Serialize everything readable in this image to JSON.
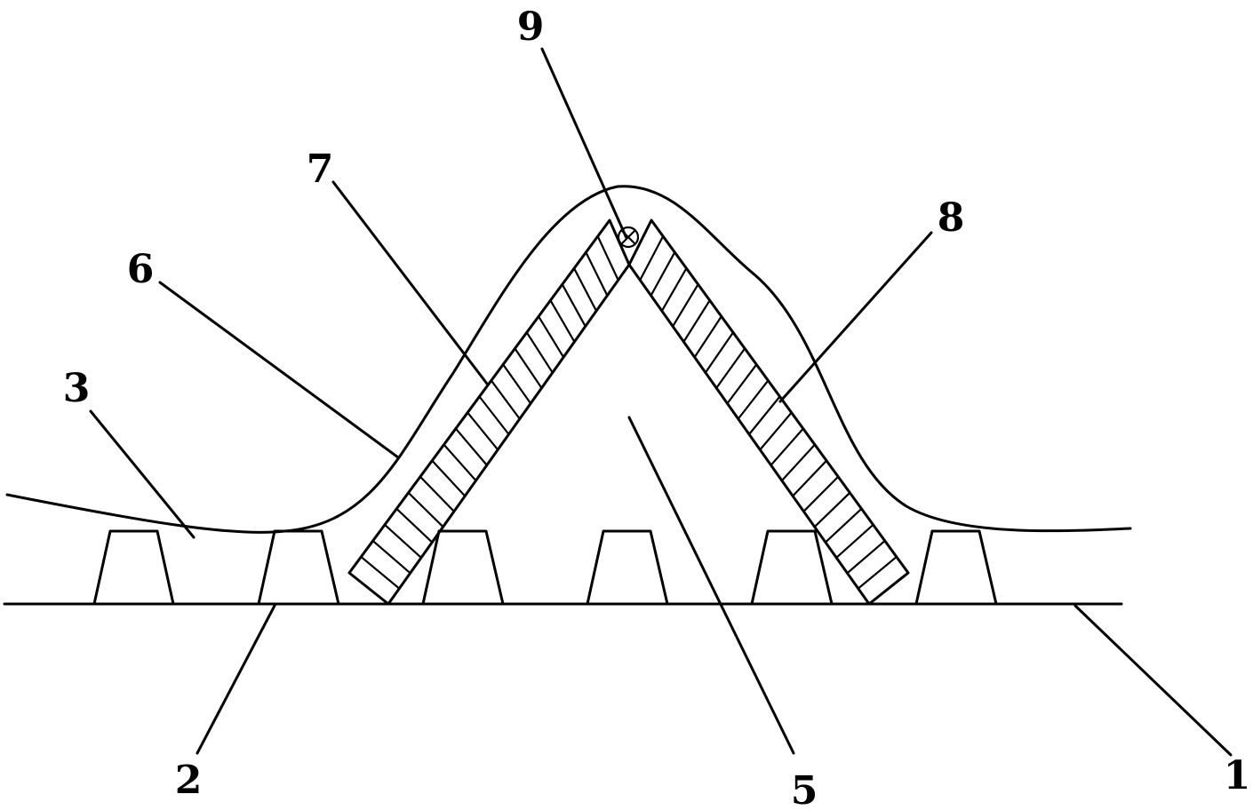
{
  "labels": {
    "ground": "1",
    "block": "2",
    "gap": "3",
    "inner_space": "5",
    "cover": "6",
    "left_board": "7",
    "right_board": "8",
    "hinge": "9"
  }
}
